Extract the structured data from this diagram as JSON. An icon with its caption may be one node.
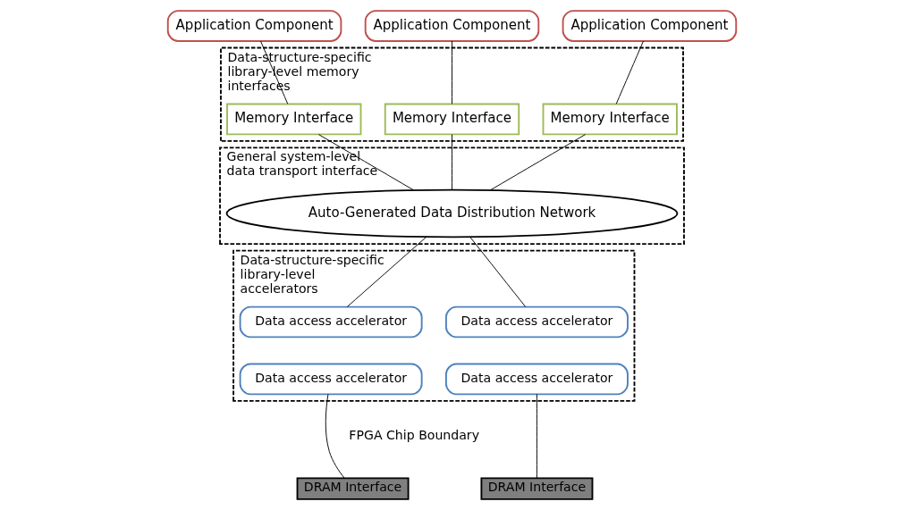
{
  "diagram": {
    "nodes": [
      {
        "text": [
          "Application Component"
        ]
      },
      {
        "text": [
          "Application Component"
        ]
      },
      {
        "text": [
          "Application Component"
        ]
      },
      {
        "text": [
          "Data-structure-specific library-level memory interfaces"
        ]
      },
      {
        "text": [
          "Memory Interface"
        ],
        "in": 3
      },
      {
        "text": [
          "Memory Interface"
        ],
        "in": 3
      },
      {
        "text": [
          "Memory Interface"
        ],
        "in": 3
      },
      {
        "text": [
          "General system-level data transport interface"
        ]
      },
      {
        "text": [
          "Auto-Generated Data Distribution Network"
        ],
        "in": 7
      },
      {
        "text": [
          "Data-structure-specific library-level accelerators"
        ]
      },
      {
        "text": [
          "Data access accelerator"
        ],
        "in": 9
      },
      {
        "text": [
          "Data access accelerator"
        ],
        "in": 9
      },
      {
        "text": [
          "Data access accelerator"
        ],
        "in": 9
      },
      {
        "text": [
          "Data access accelerator"
        ],
        "in": 9
      },
      {
        "text": [
          "DRAM Interface"
        ]
      },
      {
        "text": [
          "DRAM Interface"
        ]
      }
    ],
    "edges": [
      {
        "from": 0,
        "to": 4,
        "arrow": "none"
      },
      {
        "from": 1,
        "to": 5,
        "arrow": "none"
      },
      {
        "from": 2,
        "to": 6,
        "arrow": "none"
      },
      {
        "from": 4,
        "to": 8,
        "arrow": "none"
      },
      {
        "from": 5,
        "to": 8,
        "arrow": "none"
      },
      {
        "from": 6,
        "to": 8,
        "arrow": "none"
      },
      {
        "from": 8,
        "to": 10,
        "arrow": "none"
      },
      {
        "from": 8,
        "to": 11,
        "arrow": "none"
      },
      {
        "from": 12,
        "to": 14,
        "arrow": "none"
      },
      {
        "from": 13,
        "to": 15,
        "arrow": "none"
      }
    ],
    "labels": [
      "FPGA Chip Boundary"
    ]
  }
}
